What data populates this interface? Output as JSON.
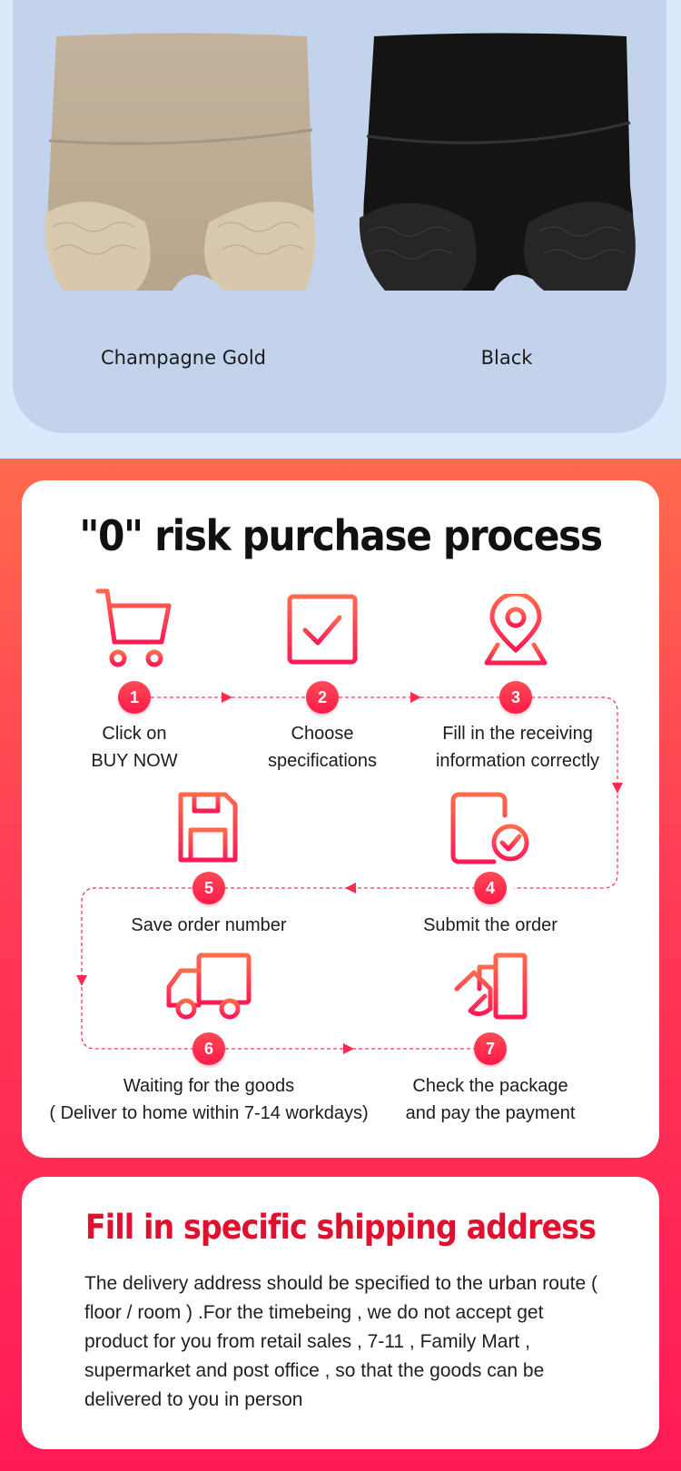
{
  "products": [
    {
      "label": "Champagne Gold",
      "color": "#c9b8a0",
      "lace": "#dccbb0"
    },
    {
      "label": "Black",
      "color": "#121212",
      "lace": "#2a2a2a"
    }
  ],
  "process": {
    "title": "\"0\" risk purchase process",
    "steps": [
      {
        "num": "1",
        "label": "Click on\nBUY NOW",
        "icon": "shopping-cart-add-icon"
      },
      {
        "num": "2",
        "label": "Choose\nspecifications",
        "icon": "checkbox-icon"
      },
      {
        "num": "3",
        "label": "Fill in the receiving\ninformation correctly",
        "icon": "location-pin-icon"
      },
      {
        "num": "4",
        "label": "Submit the order",
        "icon": "document-check-icon"
      },
      {
        "num": "5",
        "label": "Save order number",
        "icon": "floppy-disk-icon"
      },
      {
        "num": "6",
        "label": "Waiting for the goods\n( Deliver to home within 7-14 workdays)",
        "icon": "delivery-truck-icon"
      },
      {
        "num": "7",
        "label": "Check the package\nand pay the payment",
        "icon": "package-hand-icon"
      }
    ]
  },
  "address": {
    "title": "Fill in specific shipping address",
    "text": "The delivery address should be specified to the urban route ( floor / room ) .For the timebeing , we do not accept get product for you from retail sales , 7-11 , Family Mart , supermarket and post office , so that the goods can be delivered to you in person"
  },
  "colors": {
    "accent": "#ff1f4f",
    "title_red": "#e0102f"
  }
}
